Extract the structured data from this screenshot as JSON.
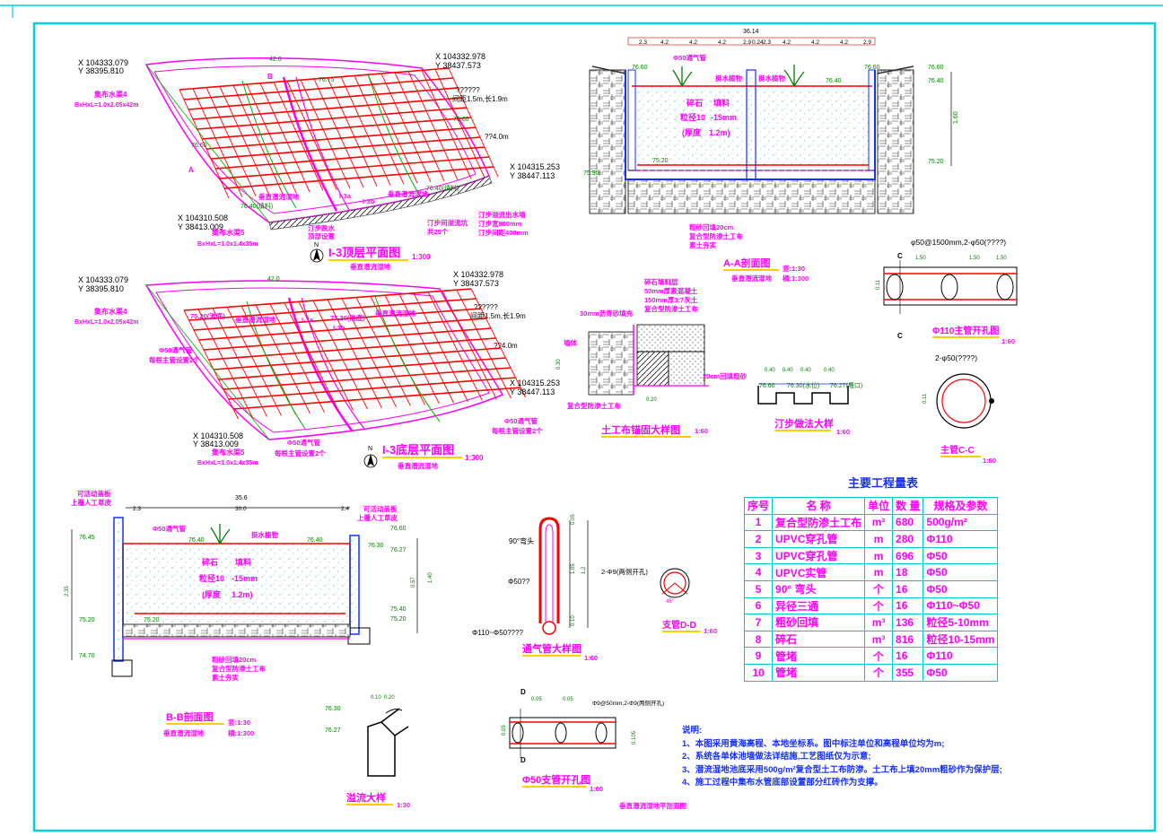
{
  "colors": {
    "frame": "#00d0e0",
    "outline": "#ff00ff",
    "pipe": "#ff0000",
    "text": "#000000",
    "label": "#1530ff",
    "level": "#008000",
    "hatch": "#9a9a9a"
  },
  "plan_top": {
    "title": "I-3顶层平面图",
    "subtitle": "垂直潜流湿地",
    "scale": "1:300",
    "width_dim": "42.0",
    "coord_tl_x": "X 104333.079",
    "coord_tl_y": "Y 38395.810",
    "coord_tr_x": "X 104332.978",
    "coord_tr_y": "Y 38437.573",
    "coord_br_x": "X 104315.253",
    "coord_br_y": "Y 38447.113",
    "coord_bl_x": "X 104310.508",
    "coord_bl_y": "Y 38413.009",
    "ditch4_label": "集布水渠4",
    "ditch4_size": "BxHxL=1.0x2.05x42m",
    "ditch5_label": "集布水渠5",
    "ditch5_size": "BxHxL=1.0x1.4x35m",
    "spacing_a": "??????",
    "spacing_b": "间距1.5m,长1.9m",
    "spacing_c": "??4.0m",
    "level_top": "76.75",
    "level_left": "76.60",
    "level_mid": "76.60",
    "level_fill_l": "76.40(填料)",
    "level_fill_r": "76.40(填料)",
    "wetland_a": "垂直潜流湿地",
    "wetland_b": "垂直潜流湿地",
    "cell_a": "I-3a",
    "cell_b": "I-3b",
    "stepping_a": "汀步跌水",
    "stepping_b": "顶部设置",
    "stepping_c": "汀步间溢流坑",
    "stepping_d": "共25个",
    "outflow_a": "汀步溢流出水墙",
    "outflow_b": "汀步宽800mm",
    "outflow_c": "汀步间距400mm",
    "north": "N",
    "sec_a": "A",
    "sec_b": "B"
  },
  "plan_bottom": {
    "title": "I-3底层平面图",
    "subtitle": "垂直潜流湿地",
    "scale": "1:300",
    "width_dim": "42.0",
    "coord_tl_x": "X 104333.079",
    "coord_tl_y": "Y 38395.810",
    "coord_tr_x": "X 104332.978",
    "coord_tr_y": "Y 38437.573",
    "coord_br_x": "X 104315.253",
    "coord_br_y": "Y 38447.113",
    "coord_bl_x": "X 104310.508",
    "coord_bl_y": "Y 38413.009",
    "ditch4_label": "集布水渠4",
    "ditch4_size": "BxHxL=1.0x2.05x42m",
    "ditch5_label": "集布水渠5",
    "ditch5_size": "BxHxL=1.0x1.4x35m",
    "vent_a": "Φ50通气管",
    "vent_a2": "每根主管设置2个",
    "vent_b": "Φ50通气管",
    "vent_b2": "每根主管设置2个",
    "vent_c": "Φ50通气管",
    "vent_c2": "每根主管设置2个",
    "spacing_a": "??????",
    "spacing_b": "间距1.5m,长1.9m",
    "spacing_c": "??4.0m",
    "level_a": "75.20(池底)",
    "level_b": "75.20(池底)",
    "wetland_a": "垂直潜流湿地",
    "wetland_b": "垂直潜流湿地",
    "cell_a": "I-3a",
    "cell_b": "I-3b",
    "north": "N"
  },
  "section_aa": {
    "title": "A-A剖面图",
    "subtitle": "垂直潜流湿地",
    "scale_v": "竖:1:30",
    "scale_h": "横:1:300",
    "dims": [
      "2.3",
      "4.2",
      "4.2",
      "4.2",
      "2.9",
      "0.24",
      "2.3",
      "4.2",
      "4.2",
      "4.2",
      "2.9"
    ],
    "total": "36.14",
    "vent": "Φ50通气管",
    "plant_a": "挺水植物",
    "plant_b": "挺水植物",
    "fill_a": "碎石",
    "fill_b": "填料",
    "fill_c": "粒径10",
    "fill_d": "-15mm",
    "fill_e": "(厚度",
    "fill_f": "1.2m)",
    "lvl_a": "76.60",
    "lvl_b": "76.40",
    "lvl_c": "76.60",
    "lvl_d": "76.60",
    "lvl_e": "76.40",
    "lvl_f": "75.20",
    "lvl_g": "75.20",
    "lvl_h": "75.90",
    "height": "1.60",
    "layer_a": "粗砂回填20cm",
    "layer_b": "复合型防渗土工布",
    "layer_c": "素土夯实"
  },
  "section_bb": {
    "title": "B-B剖面图",
    "subtitle": "垂直潜流湿地",
    "scale_v": "竖:1:30",
    "scale_h": "横:1:300",
    "cover_l_a": "可活动盖板",
    "cover_l_b": "上覆人工草皮",
    "cover_r_a": "可活动盖板",
    "cover_r_b": "上覆人工草皮",
    "dims": [
      "2.3",
      "30.0",
      "2.4"
    ],
    "total": "35.6",
    "vent": "Φ50通气管",
    "plant": "挺水植物",
    "fill_a": "碎石",
    "fill_b": "填料",
    "fill_c": "粒径10",
    "fill_d": "-15mm",
    "fill_e": "(厚度",
    "fill_f": "1.2m)",
    "lvl_a": "76.45",
    "lvl_b": "76.40",
    "lvl_c": "76.40",
    "lvl_d": "76.30",
    "lvl_e": "76.27",
    "lvl_f": "76.60",
    "lvl_g": "75.20",
    "lvl_h": "75.20",
    "lvl_i": "74.70",
    "lvl_j": "75.40",
    "lvl_k": "75.20",
    "h_a": "2.35",
    "h_b": "1.40",
    "h_c": "0.57",
    "layer_a": "粗砂回填20cm",
    "layer_b": "复合型防渗土工布",
    "layer_c": "素土夯实"
  },
  "geotextile": {
    "title": "土工布锚固大样图",
    "scale": "1:60",
    "l_a": "碎石填料层",
    "l_b": "50mm厚素混凝土",
    "l_c": "150mm厚3:7灰土",
    "l_d": "复合型防渗土工布",
    "asphalt": "30mm沥青砂填充",
    "wall": "墙体",
    "sand": "20cm回填粗砂",
    "bottom": "复合型防渗土工布",
    "dim_a": "0.30",
    "dim_b": "0.20"
  },
  "stepping": {
    "title": "汀步做法大样",
    "scale": "1:60",
    "dims": [
      "0.40",
      "0.40",
      "0.40",
      "0.40"
    ],
    "lvl_a": "76.60",
    "lvl_b": "76.30(水位)",
    "lvl_c": "76.27(堰口)"
  },
  "main_pipe": {
    "title": "Φ110主管开孔图",
    "scale": "1:60",
    "note": "φ50@1500mm,2-φ50(????)",
    "dims": [
      "1.50",
      "1.50",
      "1.50"
    ],
    "height": "0.11",
    "c": "C"
  },
  "main_cc": {
    "title": "主管C-C",
    "scale": "1:60",
    "note": "2-φ50(????)",
    "dim": "0.11"
  },
  "vent_detail": {
    "title": "通气管大样图",
    "scale": "1:60",
    "elbow": "90°弯头",
    "pipe": "Φ50??",
    "tee": "Φ110~Φ50????",
    "d1": "0.05",
    "d2": "1.05",
    "d3": "1.2",
    "d4": "0.10"
  },
  "branch_dd": {
    "title": "支管D-D",
    "scale": "1:60",
    "note": "2-Φ9(两侧开孔)",
    "angle": "45°"
  },
  "overflow": {
    "title": "溢流大样",
    "scale": "1:30",
    "d1": "0.10",
    "d2": "0.20",
    "lvl_a": "76.30",
    "lvl_b": "76.27"
  },
  "branch_pipe": {
    "title": "Φ50支管开孔图",
    "scale": "1:60",
    "note": "Φ9@50mm,2-Φ9(两侧开孔)",
    "d1": "0.05",
    "d2": "0.05",
    "h": "0.05",
    "h2": "0.105",
    "d": "D"
  },
  "quantity_table": {
    "title": "主要工程量表",
    "headers": [
      "序号",
      "名 称",
      "单位",
      "数 量",
      "规格及参数"
    ],
    "rows": [
      [
        "1",
        "复合型防渗土工布",
        "m²",
        "680",
        "500g/m²"
      ],
      [
        "2",
        "UPVC穿孔管",
        "m",
        "280",
        "Φ110"
      ],
      [
        "3",
        "UPVC穿孔管",
        "m",
        "696",
        "Φ50"
      ],
      [
        "4",
        "UPVC实管",
        "m",
        "18",
        "Φ50"
      ],
      [
        "5",
        "90° 弯头",
        "个",
        "16",
        "Φ50"
      ],
      [
        "6",
        "异径三通",
        "个",
        "16",
        "Φ110~Φ50"
      ],
      [
        "7",
        "粗砂回填",
        "m³",
        "136",
        "粒径5-10mm"
      ],
      [
        "8",
        "碎石",
        "m³",
        "816",
        "粒径10-15mm"
      ],
      [
        "9",
        "管堵",
        "个",
        "16",
        "Φ110"
      ],
      [
        "10",
        "管堵",
        "个",
        "355",
        "Φ50"
      ]
    ]
  },
  "notes": {
    "heading": "说明:",
    "items": [
      "1、本图采用黄海高程、本地坐标系。图中标注单位和高程单位均为m;",
      "2、系统各单体池墙做法详结施,工艺图纸仅为示意;",
      "3、潜流湿地池底采用500g/m²复合型土工布防渗。土工布上填20mm粗砂作为保护层;",
      "4、施工过程中集布水管底部设置部分红砖作为支撑。"
    ]
  },
  "footer": "垂直潜流湿地平剖面图"
}
